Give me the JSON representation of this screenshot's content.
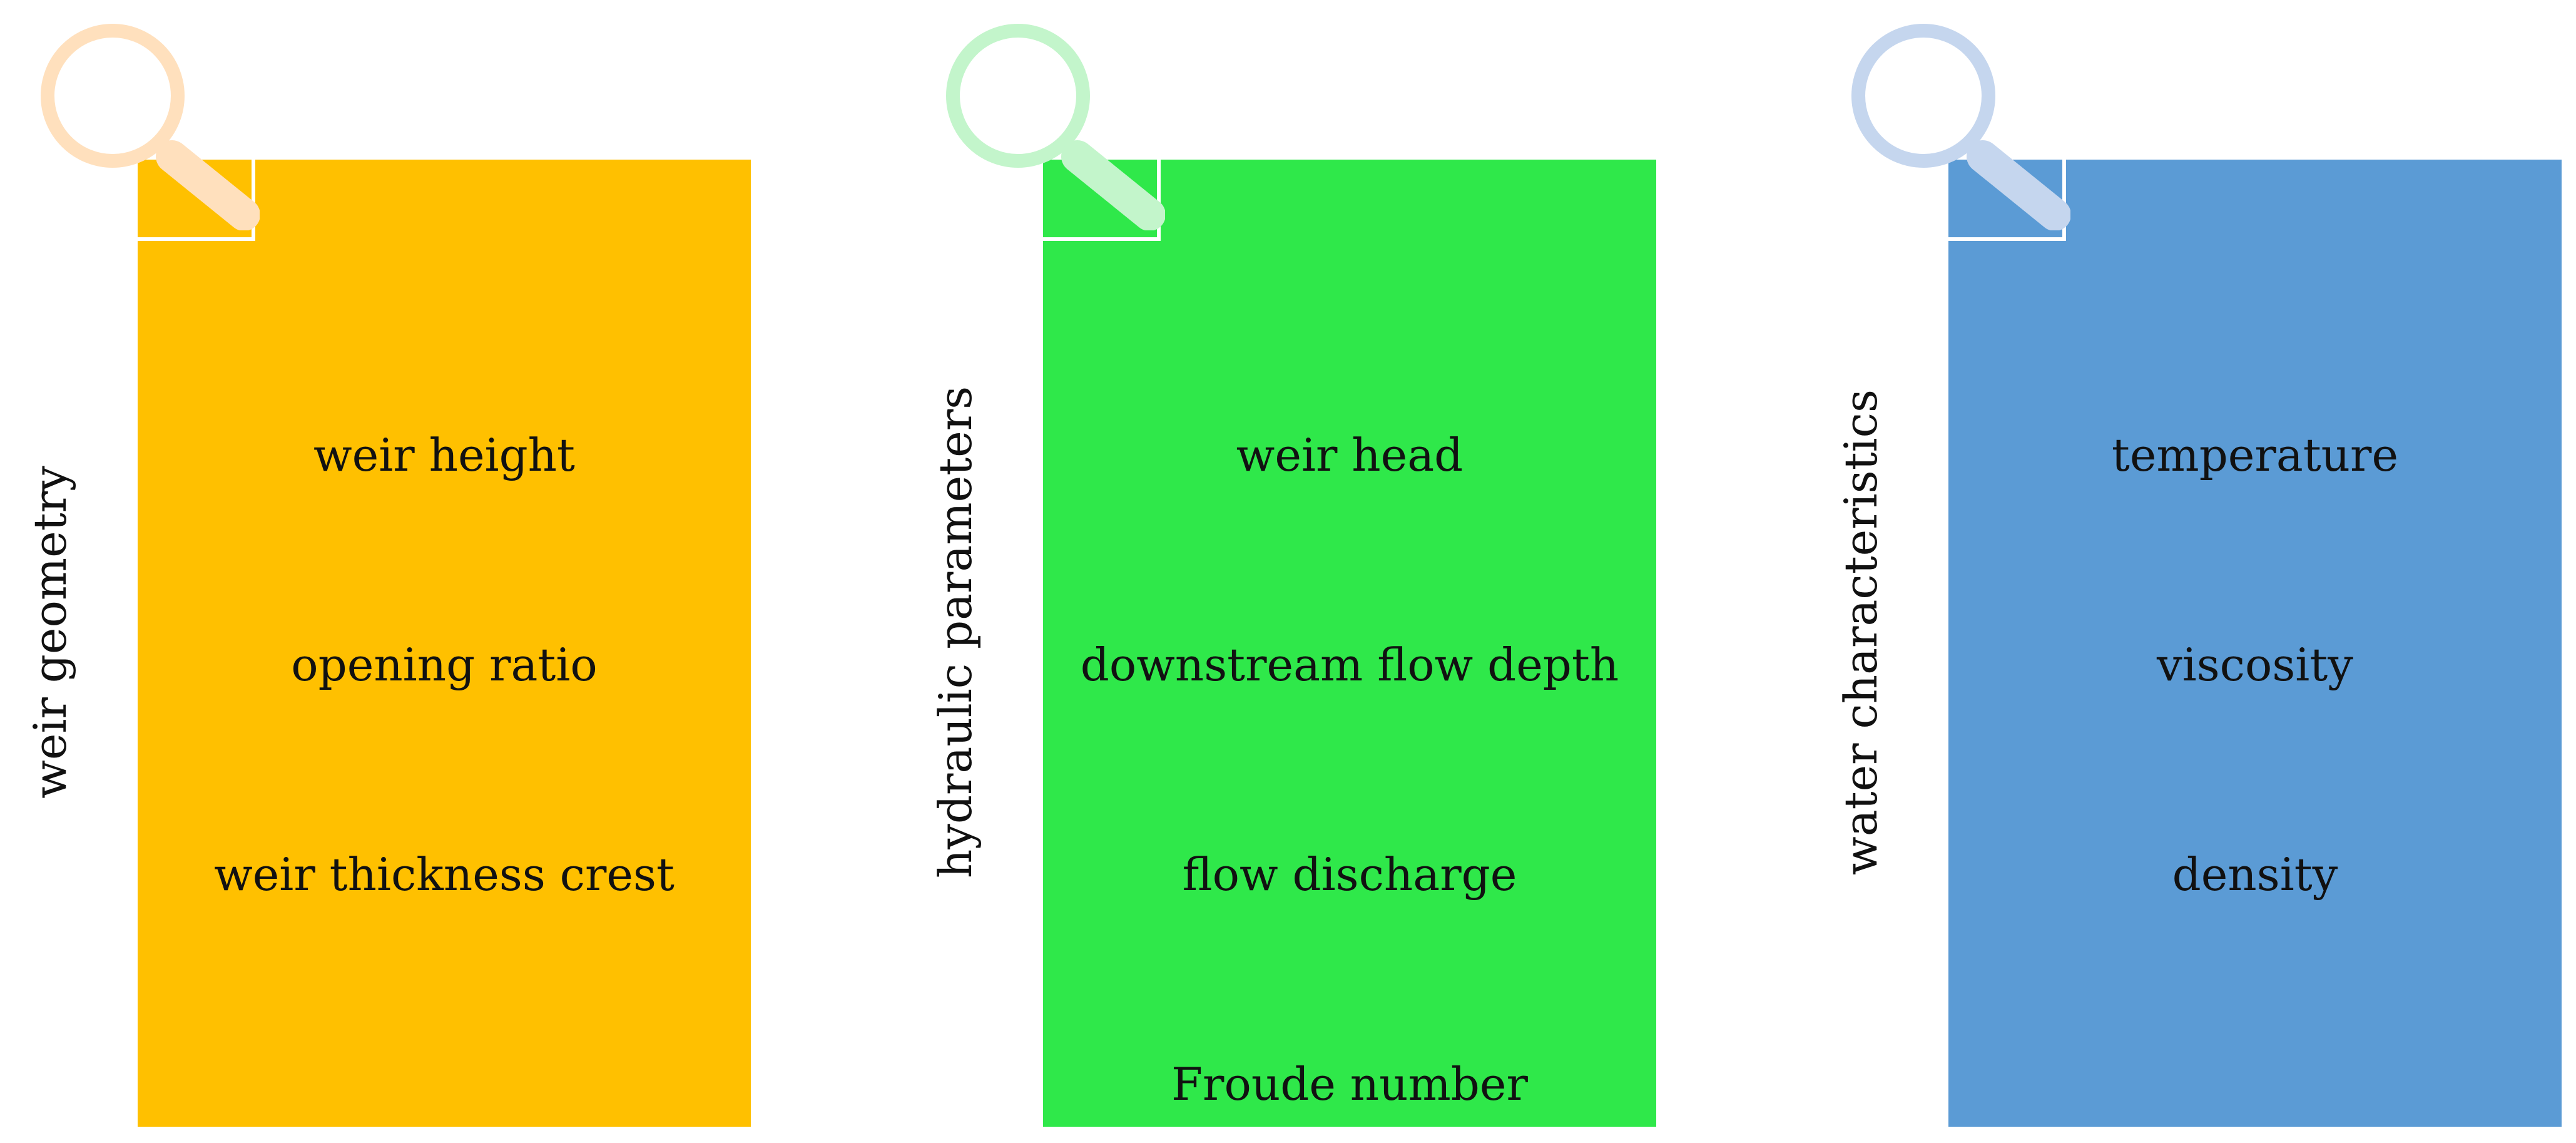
{
  "groups": [
    {
      "label": "weir geometry",
      "panel_color": "#FFC000",
      "magnifier_color": "#FFE0BD",
      "icon": "magnifier-icon",
      "items": [
        "weir height",
        "opening ratio",
        "weir thickness crest"
      ]
    },
    {
      "label": "hydraulic parameters",
      "panel_color": "#2FE84A",
      "magnifier_color": "#C3F5CB",
      "icon": "magnifier-icon",
      "items": [
        "weir head",
        "downstream flow depth",
        "flow discharge",
        "Froude number"
      ]
    },
    {
      "label": "water characteristics",
      "panel_color": "#5B9BD5",
      "magnifier_color": "#C5D6EE",
      "icon": "magnifier-icon",
      "items": [
        "temperature",
        "viscosity",
        "density"
      ]
    }
  ]
}
